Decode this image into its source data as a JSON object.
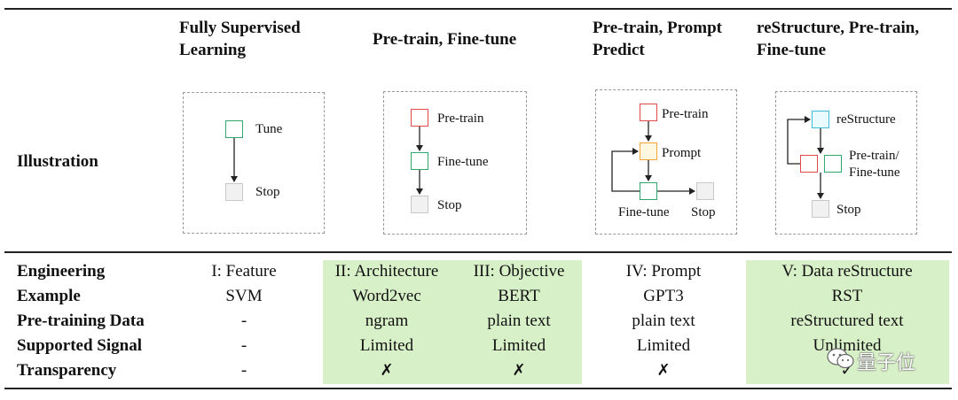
{
  "headers": {
    "col1": "Fully Supervised Learning",
    "col2": "Pre-train, Fine-tune",
    "col3": "Pre-train, Prompt Predict",
    "col4": "reStructure, Pre-train, Fine-tune"
  },
  "row_labels": {
    "illustration": "Illustration",
    "engineering": "Engineering",
    "example": "Example",
    "pretraining_data": "Pre-training Data",
    "supported_signal": "Supported Signal",
    "transparency": "Transparency"
  },
  "diagrams": {
    "d1": {
      "tune": "Tune",
      "stop": "Stop"
    },
    "d2": {
      "pretrain": "Pre-train",
      "finetune": "Fine-tune",
      "stop": "Stop"
    },
    "d3": {
      "pretrain": "Pre-train",
      "prompt": "Prompt",
      "finetune": "Fine-tune",
      "stop": "Stop"
    },
    "d4": {
      "restructure": "reStructure",
      "pretrain_finetune_1": "Pre-train/",
      "pretrain_finetune_2": "Fine-tune",
      "stop": "Stop"
    }
  },
  "columns": [
    {
      "engineering": "I: Feature",
      "example": "SVM",
      "pretraining_data": "-",
      "supported_signal": "-",
      "transparency": "-"
    },
    {
      "engineering": "II: Architecture",
      "example": "Word2vec",
      "pretraining_data": "ngram",
      "supported_signal": "Limited",
      "transparency": "✗"
    },
    {
      "engineering": "III: Objective",
      "example": "BERT",
      "pretraining_data": "plain text",
      "supported_signal": "Limited",
      "transparency": "✗"
    },
    {
      "engineering": "IV: Prompt",
      "example": "GPT3",
      "pretraining_data": "plain text",
      "supported_signal": "Limited",
      "transparency": "✗"
    },
    {
      "engineering": "V: Data reStructure",
      "example": "RST",
      "pretraining_data": "reStructured text",
      "supported_signal": "Unlimited",
      "transparency": "✓"
    }
  ],
  "watermark": "量子位",
  "colors": {
    "highlight": "#d8f0c8",
    "green_node": "#2fa96a",
    "red_node": "#e04a4a",
    "orange_node": "#f0a53a",
    "cyan_node": "#3fbbd8",
    "gray_node": "#c8c8c8"
  }
}
